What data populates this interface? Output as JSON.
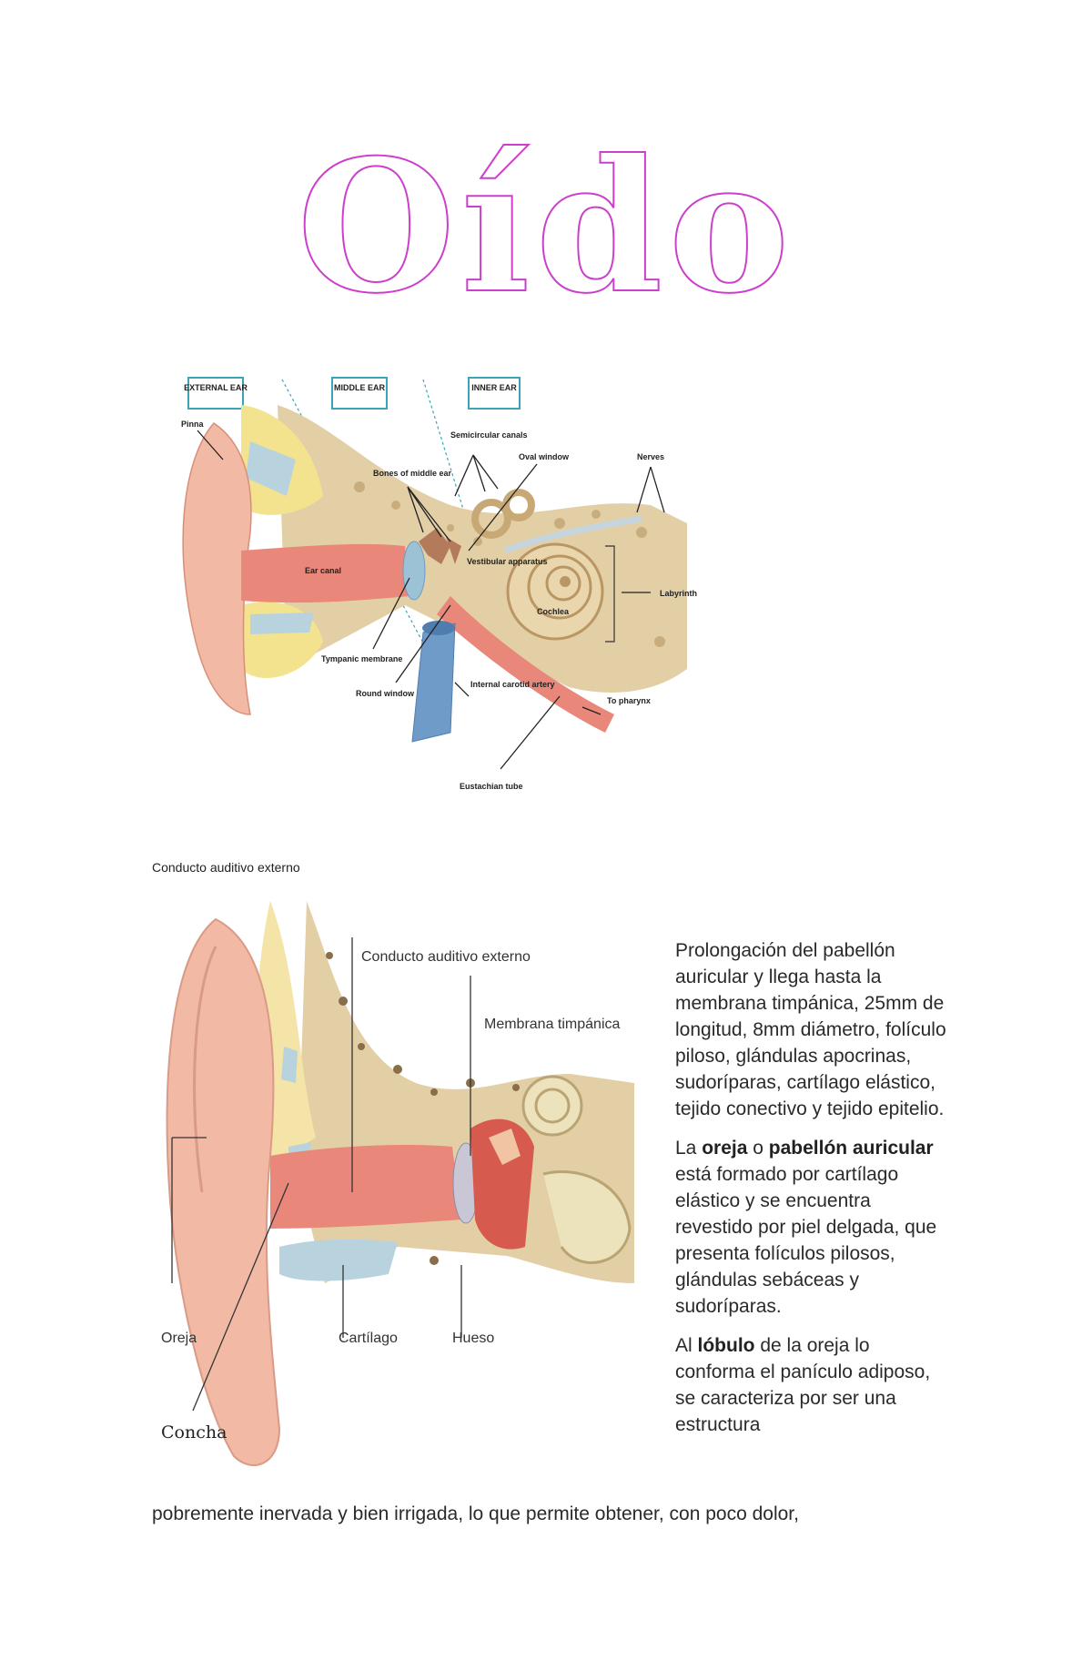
{
  "page": {
    "title": "Oído"
  },
  "figure1": {
    "section_labels": [
      "EXTERNAL EAR",
      "MIDDLE EAR",
      "INNER EAR"
    ],
    "labels": {
      "pinna": "Pinna",
      "semicircular": "Semicircular canals",
      "oval_window": "Oval window",
      "nerves": "Nerves",
      "bones": "Bones of middle ear",
      "ear_canal": "Ear canal",
      "vestibular": "Vestibular apparatus",
      "labyrinth": "Labyrinth",
      "cochlea": "Cochlea",
      "tympanic": "Tympanic membrane",
      "round_window": "Round window",
      "carotid": "Internal carotid artery",
      "to_pharynx": "To pharynx",
      "eustachian": "Eustachian tube"
    },
    "caption": "Conducto auditivo externo"
  },
  "figure2": {
    "labels": {
      "conducto": "Conducto auditivo externo",
      "membrana": "Membrana timpánica",
      "oreja": "Oreja",
      "cartilago": "Cartílago",
      "hueso": "Hueso",
      "concha": "Concha"
    }
  },
  "text": {
    "p1": "Prolongación del pabellón auricular y llega hasta la membrana timpánica, 25mm de longitud, 8mm diámetro, folículo piloso, glándulas apocrinas, sudoríparas, cartílago elástico, tejido conectivo y tejido epitelio.",
    "p2_a": "La ",
    "p2_b": "oreja",
    "p2_c": " o ",
    "p2_d": "pabellón auricular",
    "p2_e": " está formado por cartílago elástico y se encuentra revestido por piel delgada, que presenta folículos pilosos, glándulas sebáceas y sudoríparas.",
    "p3_a": "Al ",
    "p3_b": "lóbulo",
    "p3_c": " de la oreja lo conforma el panículo adiposo, se caracteriza por ser una estructura",
    "p4": "pobremente inervada y bien irrigada, lo que permite obtener, con poco dolor,"
  },
  "colors": {
    "title_outline": "#cc3fcc",
    "skin": "#f2b9a4",
    "canal": "#e8877a",
    "bone": "#e3cfa6",
    "fat": "#f3e38f",
    "cartilage": "#b9d3de",
    "artery": "#6f9bc9"
  }
}
